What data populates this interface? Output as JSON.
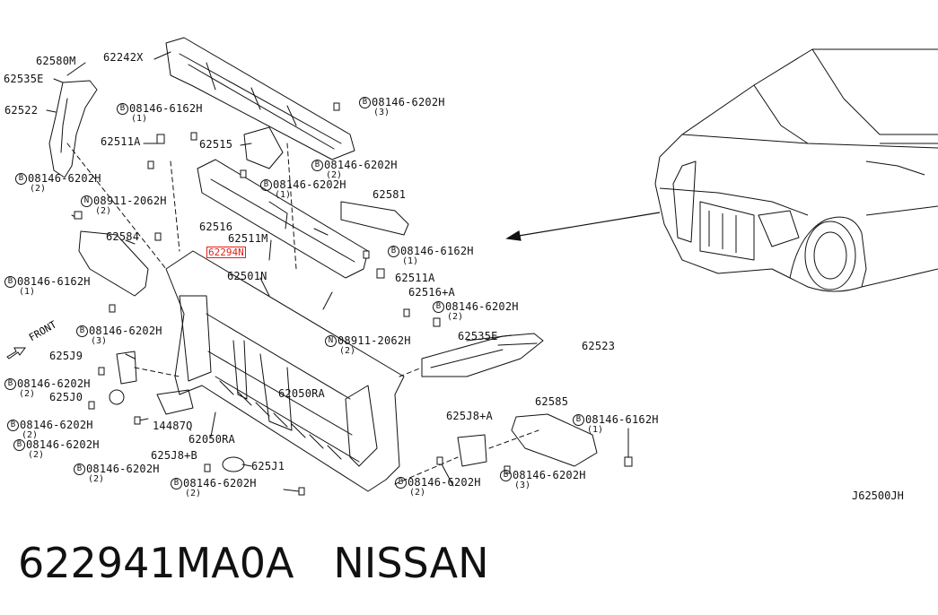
{
  "diagram_code": "J62500JH",
  "part_number": "622941MA0A",
  "brand": "NISSAN",
  "highlighted_part": "62294N",
  "front_label": "FRONT",
  "labels": [
    {
      "id": "l1",
      "text": "62580M",
      "circled": "",
      "qty": ""
    },
    {
      "id": "l2",
      "text": "62242X",
      "circled": "",
      "qty": ""
    },
    {
      "id": "l3",
      "text": "62535E",
      "circled": "",
      "qty": ""
    },
    {
      "id": "l4",
      "text": "62522",
      "circled": "",
      "qty": ""
    },
    {
      "id": "l5",
      "text": "08146-6162H",
      "circled": "B",
      "qty": "(1)"
    },
    {
      "id": "l6",
      "text": "08146-6202H",
      "circled": "B",
      "qty": "(3)"
    },
    {
      "id": "l7",
      "text": "62511A",
      "circled": "",
      "qty": ""
    },
    {
      "id": "l8",
      "text": "62515",
      "circled": "",
      "qty": ""
    },
    {
      "id": "l9",
      "text": "08146-6202H",
      "circled": "B",
      "qty": "(2)"
    },
    {
      "id": "l10",
      "text": "08146-6202H",
      "circled": "B",
      "qty": "(2)"
    },
    {
      "id": "l11",
      "text": "08146-6202H",
      "circled": "B",
      "qty": "(1)"
    },
    {
      "id": "l12",
      "text": "62581",
      "circled": "",
      "qty": ""
    },
    {
      "id": "l13",
      "text": "08911-2062H",
      "circled": "N",
      "qty": "(2)"
    },
    {
      "id": "l14",
      "text": "62516",
      "circled": "",
      "qty": ""
    },
    {
      "id": "l15",
      "text": "62584",
      "circled": "",
      "qty": ""
    },
    {
      "id": "l16",
      "text": "62511M",
      "circled": "",
      "qty": ""
    },
    {
      "id": "l17",
      "text": "08146-6162H",
      "circled": "B",
      "qty": "(1)"
    },
    {
      "id": "l18",
      "text": "08146-6162H",
      "circled": "B",
      "qty": "(1)"
    },
    {
      "id": "l19",
      "text": "62501N",
      "circled": "",
      "qty": ""
    },
    {
      "id": "l20",
      "text": "62511A",
      "circled": "",
      "qty": ""
    },
    {
      "id": "l21",
      "text": "62294N",
      "circled": "",
      "qty": ""
    },
    {
      "id": "l22",
      "text": "62516+A",
      "circled": "",
      "qty": ""
    },
    {
      "id": "l23",
      "text": "08146-6202H",
      "circled": "B",
      "qty": "(2)"
    },
    {
      "id": "l24",
      "text": "08146-6202H",
      "circled": "B",
      "qty": "(3)"
    },
    {
      "id": "l25",
      "text": "62535E",
      "circled": "",
      "qty": ""
    },
    {
      "id": "l26",
      "text": "08911-2062H",
      "circled": "N",
      "qty": "(2)"
    },
    {
      "id": "l27",
      "text": "62523",
      "circled": "",
      "qty": ""
    },
    {
      "id": "l28",
      "text": "625J9",
      "circled": "",
      "qty": ""
    },
    {
      "id": "l29",
      "text": "08146-6202H",
      "circled": "B",
      "qty": "(2)"
    },
    {
      "id": "l30",
      "text": "625J0",
      "circled": "",
      "qty": ""
    },
    {
      "id": "l31",
      "text": "62050RA",
      "circled": "",
      "qty": ""
    },
    {
      "id": "l32",
      "text": "62585",
      "circled": "",
      "qty": ""
    },
    {
      "id": "l33",
      "text": "08146-6202H",
      "circled": "B",
      "qty": "(2)"
    },
    {
      "id": "l34",
      "text": "14487Q",
      "circled": "",
      "qty": ""
    },
    {
      "id": "l35",
      "text": "625J8+A",
      "circled": "",
      "qty": ""
    },
    {
      "id": "l36",
      "text": "08146-6162H",
      "circled": "B",
      "qty": "(1)"
    },
    {
      "id": "l37",
      "text": "08146-6202H",
      "circled": "B",
      "qty": "(2)"
    },
    {
      "id": "l38",
      "text": "62050RA",
      "circled": "",
      "qty": ""
    },
    {
      "id": "l39",
      "text": "625J8+B",
      "circled": "",
      "qty": ""
    },
    {
      "id": "l40",
      "text": "08146-6202H",
      "circled": "B",
      "qty": "(2)"
    },
    {
      "id": "l41",
      "text": "625J1",
      "circled": "",
      "qty": ""
    },
    {
      "id": "l42",
      "text": "08146-6202H",
      "circled": "B",
      "qty": "(3)"
    },
    {
      "id": "l43",
      "text": "08146-6202H",
      "circled": "B",
      "qty": "(2)"
    },
    {
      "id": "l44",
      "text": "08146-6202H",
      "circled": "B",
      "qty": "(2)"
    }
  ]
}
